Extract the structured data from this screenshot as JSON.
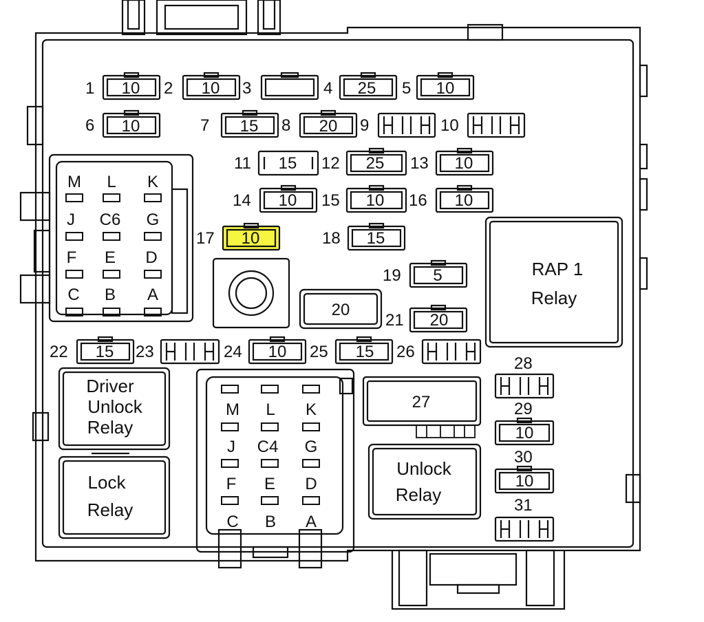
{
  "fuses": [
    {
      "id": "1",
      "value": "10"
    },
    {
      "id": "2",
      "value": "10"
    },
    {
      "id": "3",
      "value": ""
    },
    {
      "id": "4",
      "value": "25"
    },
    {
      "id": "5",
      "value": "10"
    },
    {
      "id": "6",
      "value": "10"
    },
    {
      "id": "7",
      "value": "15"
    },
    {
      "id": "8",
      "value": "20"
    },
    {
      "id": "9",
      "value": ""
    },
    {
      "id": "10",
      "value": ""
    },
    {
      "id": "11",
      "value": "15"
    },
    {
      "id": "12",
      "value": "25"
    },
    {
      "id": "13",
      "value": "10"
    },
    {
      "id": "14",
      "value": "10"
    },
    {
      "id": "15",
      "value": "10"
    },
    {
      "id": "16",
      "value": "10"
    },
    {
      "id": "17",
      "value": "10",
      "highlight": "#f5f542"
    },
    {
      "id": "18",
      "value": "15"
    },
    {
      "id": "19",
      "value": "5"
    },
    {
      "id": "20",
      "value": "20"
    },
    {
      "id": "21",
      "value": "20"
    },
    {
      "id": "22",
      "value": "15"
    },
    {
      "id": "23",
      "value": ""
    },
    {
      "id": "24",
      "value": "10"
    },
    {
      "id": "25",
      "value": "15"
    },
    {
      "id": "26",
      "value": ""
    },
    {
      "id": "27",
      "value": ""
    },
    {
      "id": "28",
      "value": ""
    },
    {
      "id": "29",
      "value": "10"
    },
    {
      "id": "30",
      "value": "10"
    },
    {
      "id": "31",
      "value": ""
    }
  ],
  "relays": {
    "rap1": {
      "line1": "RAP 1",
      "line2": "Relay"
    },
    "driver_unlock": {
      "line1": "Driver",
      "line2": "Unlock",
      "line3": "Relay"
    },
    "lock": {
      "line1": "Lock",
      "line2": "Relay"
    },
    "unlock": {
      "line1": "Unlock",
      "line2": "Relay"
    }
  },
  "connectors": {
    "c6": {
      "name": "C6",
      "rows": [
        [
          "M",
          "L",
          "K"
        ],
        [
          "J",
          "",
          "G"
        ],
        [
          "F",
          "E",
          "D"
        ],
        [
          "C",
          "B",
          "A"
        ]
      ]
    },
    "c4": {
      "name": "C4",
      "rows": [
        [
          "M",
          "L",
          "K"
        ],
        [
          "J",
          "",
          "G"
        ],
        [
          "F",
          "E",
          "D"
        ],
        [
          "C",
          "B",
          "A"
        ]
      ]
    }
  },
  "colors": {
    "highlight": "#f5f542",
    "line": "#111111"
  }
}
